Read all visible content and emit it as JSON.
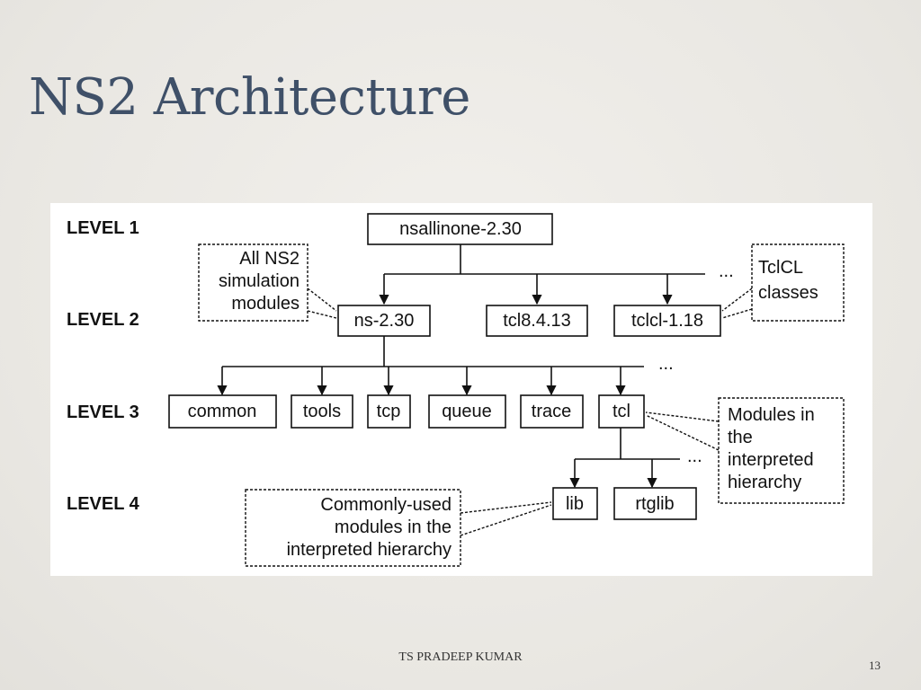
{
  "slide": {
    "title": "NS2 Architecture",
    "footer": "TS PRADEEP KUMAR",
    "page_number": "13"
  },
  "diagram": {
    "levels": [
      "LEVEL 1",
      "LEVEL 2",
      "LEVEL 3",
      "LEVEL 4"
    ],
    "nodes": {
      "root": "nsallinone-2.30",
      "ns": "ns-2.30",
      "tcl_pkg": "tcl8.4.13",
      "tclcl": "tclcl-1.18",
      "common": "common",
      "tools": "tools",
      "tcp": "tcp",
      "queue": "queue",
      "trace": "trace",
      "tcl": "tcl",
      "lib": "lib",
      "rtglib": "rtglib"
    },
    "ellipsis": "...",
    "notes": {
      "all_ns2": [
        "All NS2",
        "simulation",
        "modules"
      ],
      "tclcl_classes": [
        "TclCL",
        "classes"
      ],
      "interpreted": [
        "Modules in",
        "the",
        "interpreted",
        "hierarchy"
      ],
      "commonly_used": [
        "Commonly-used",
        "modules in the",
        "interpreted hierarchy"
      ]
    }
  }
}
